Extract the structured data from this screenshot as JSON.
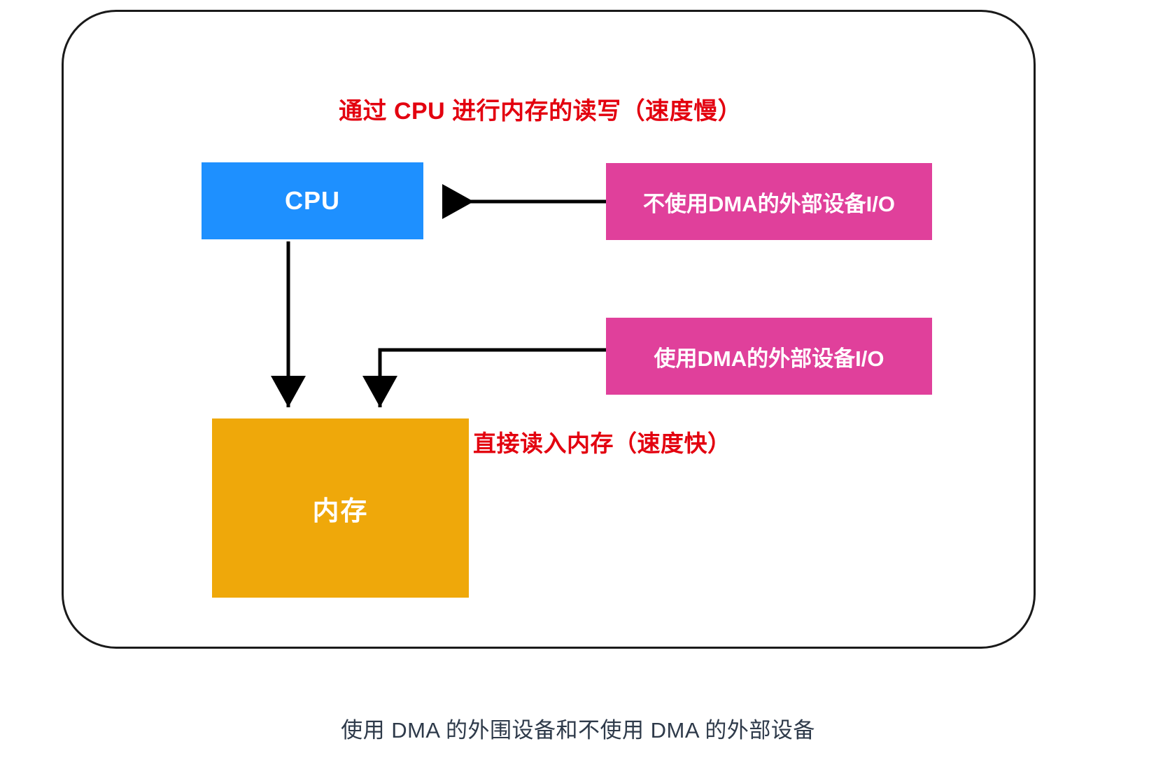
{
  "diagram": {
    "title_slow": "通过 CPU 进行内存的读写（速度慢）",
    "label_fast": "直接读入内存（速度快）",
    "caption": "使用 DMA 的外围设备和不使用 DMA 的外部设备",
    "nodes": {
      "cpu": "CPU",
      "memory": "内存",
      "io_without_dma": "不使用DMA的外部设备I/O",
      "io_with_dma": "使用DMA的外部设备I/O"
    },
    "colors": {
      "cpu_box": "#1e90ff",
      "memory_box": "#efa80a",
      "pink_box": "#e0409b",
      "red_text": "#e3000f",
      "caption_text": "#2e3a4a",
      "frame_border": "#1a1a1a",
      "arrow": "#000000",
      "background": "#ffffff"
    },
    "edges": [
      {
        "name": "io-without-dma-to-cpu",
        "from": "io_without_dma",
        "to": "cpu",
        "shape": "straight-left"
      },
      {
        "name": "cpu-to-memory",
        "from": "cpu",
        "to": "memory",
        "shape": "straight-down"
      },
      {
        "name": "io-with-dma-to-memory",
        "from": "io_with_dma",
        "to": "memory",
        "shape": "elbow-down"
      }
    ]
  }
}
